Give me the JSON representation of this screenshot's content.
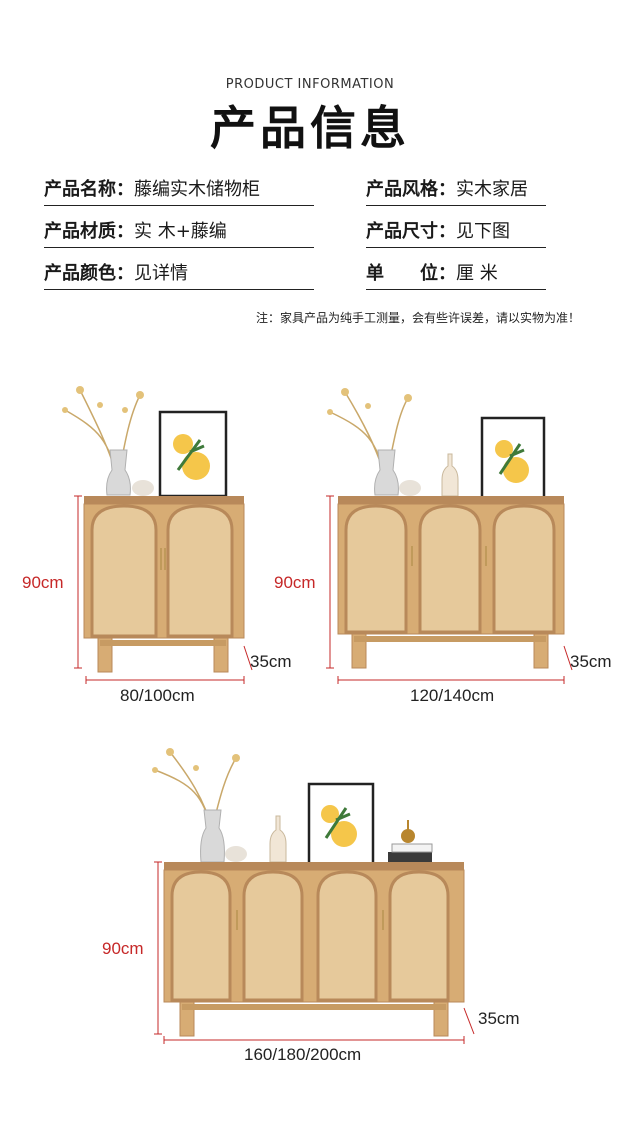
{
  "header": {
    "subtitle": "PRODUCT INFORMATION",
    "title": "产品信息"
  },
  "specs": {
    "name_label": "产品名称：",
    "name_value": "藤编实木储物柜",
    "style_label": "产品风格：",
    "style_value": "实木家居",
    "material_label": "产品材质：",
    "material_value": "实 木+藤编",
    "size_label": "产品尺寸：",
    "size_value": "见下图",
    "color_label": "产品颜色：",
    "color_value": "见详情",
    "unit_label": "单　　位：",
    "unit_value": "厘 米"
  },
  "note": "注：家具产品为纯手工测量，会有些许误差，请以实物为准！",
  "cabinets": [
    {
      "height": "90cm",
      "depth": "35cm",
      "width": "80/100cm",
      "doors": 2
    },
    {
      "height": "90cm",
      "depth": "35cm",
      "width": "120/140cm",
      "doors": 3
    },
    {
      "height": "90cm",
      "depth": "35cm",
      "width": "160/180/200cm",
      "doors": 4
    }
  ],
  "colors": {
    "wood": "#d7ac74",
    "wood_dark": "#b8895a",
    "rattan": "#e6c99b",
    "dimension": "#c62828"
  }
}
